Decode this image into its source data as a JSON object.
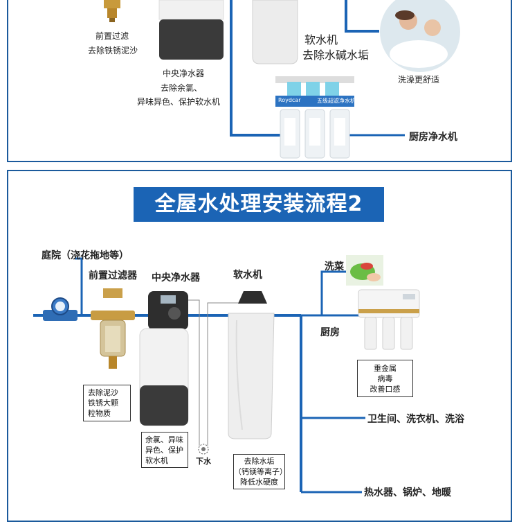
{
  "top_panel": {
    "prefilter_label": "前置过滤",
    "prefilter_desc": "去除铁锈泥沙",
    "central_label": "中央净水器",
    "central_desc1": "去除余氯、",
    "central_desc2": "异味异色、保护软水机",
    "softener_label": "软水机",
    "softener_desc": "去除水碱水垢",
    "bath_label": "洗澡更舒适",
    "kitchen_label": "厨房净水机",
    "ro_brand": "Roydcar",
    "ro_stage_label": "五级超滤净水机"
  },
  "bottom_panel": {
    "title": "全屋水处理安装流程2",
    "yard_label": "庭院（浇花拖地等）",
    "prefilter_label": "前置过滤器",
    "central_label": "中央净水器",
    "softener_label": "软水机",
    "veg_label": "洗菜",
    "kitchen_label": "厨房",
    "kitchen_box": [
      "重金属",
      "病毒",
      "改善口感"
    ],
    "prefilter_box": [
      "去除泥沙",
      "铁锈大颗",
      "粒物质"
    ],
    "central_box": [
      "余氯、异味",
      "异色、保护",
      "软水机"
    ],
    "drain_label": "下水",
    "softener_box": [
      "去除水垢",
      "（钙镁等离子）",
      "降低水硬度"
    ],
    "bathroom_label": "卫生间、洗衣机、洗浴",
    "heater_label": "热水器、锅炉、地暖"
  },
  "colors": {
    "pipe": "#1b64b5",
    "banner": "#1b64b5",
    "border": "#1b5a9c"
  }
}
